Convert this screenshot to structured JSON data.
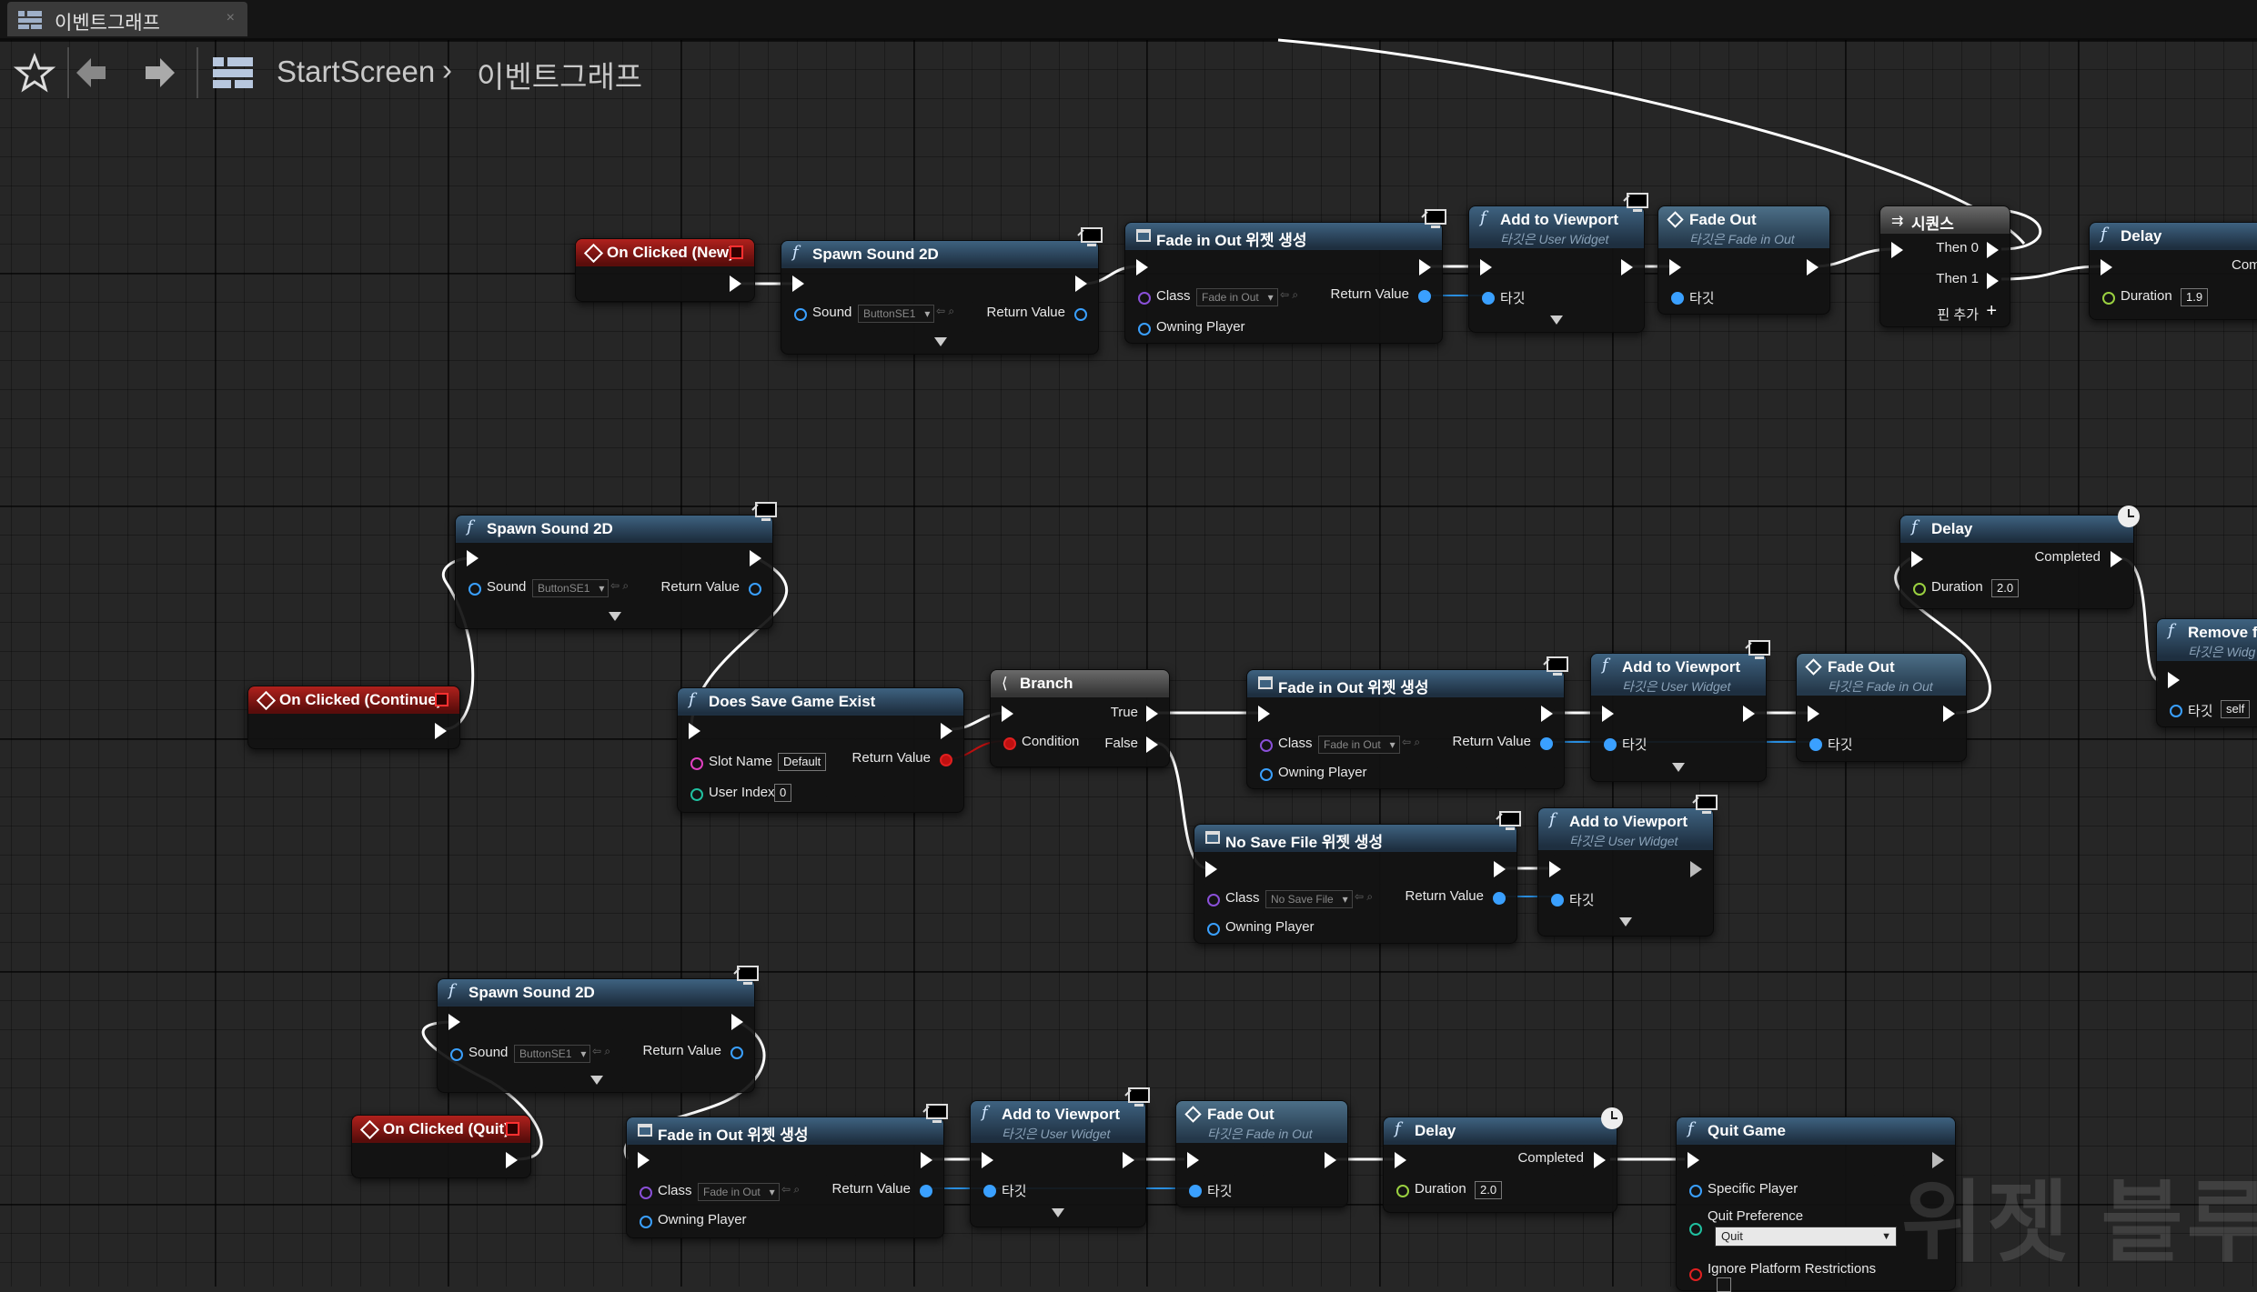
{
  "tab": {
    "label": "이벤트그래프",
    "close": "×"
  },
  "breadcrumb": {
    "root": "StartScreen",
    "separator": "›",
    "leaf": "이벤트그래프"
  },
  "icons": {
    "favorite": "star-icon",
    "back": "arrow-left-icon",
    "forward": "arrow-right-icon",
    "graph": "blueprint-graph-icon",
    "function": "f",
    "event": "event-diamond-icon",
    "exec": "exec-pin-icon",
    "network": "monitor-icon",
    "latent": "clock-icon"
  },
  "colors": {
    "graph_bg": "#262626",
    "function_header": "#3e6280",
    "event_header": "#b0211d",
    "exec_wire": "#ffffff",
    "object_pin": "#3aa0ff",
    "class_pin": "#8a50d8",
    "bool_pin": "#e02020",
    "string_pin": "#e040c0",
    "int_pin": "#20c0a0",
    "float_pin": "#9ad040"
  },
  "labels": {
    "sound": "Sound",
    "return_value": "Return Value",
    "class": "Class",
    "owning_player": "Owning Player",
    "target": "타깃",
    "duration": "Duration",
    "completed": "Completed",
    "then0": "Then 0",
    "then1": "Then 1",
    "add_pin": "핀 추가",
    "condition": "Condition",
    "true": "True",
    "false": "False",
    "slot_name": "Slot Name",
    "user_index": "User Index",
    "specific_player": "Specific Player",
    "quit_preference": "Quit Preference",
    "ignore_platform": "Ignore Platform Restrictions",
    "self": "self",
    "com_cut": "Com"
  },
  "nodes": {
    "on_clicked_new": {
      "title": "On Clicked (New)"
    },
    "spawn_sound_1": {
      "title": "Spawn Sound 2D",
      "sound": "ButtonSE1"
    },
    "fade_widget_1": {
      "title": "Fade in Out 위젯 생성",
      "class": "Fade in Out"
    },
    "add_viewport_1": {
      "title": "Add to Viewport",
      "subtitle": "타깃은 User Widget"
    },
    "fade_out_1": {
      "title": "Fade Out",
      "subtitle": "타깃은 Fade in Out"
    },
    "sequence": {
      "title": "시퀀스"
    },
    "delay_1": {
      "title": "Delay",
      "duration": "1.9"
    },
    "spawn_sound_2": {
      "title": "Spawn Sound 2D",
      "sound": "ButtonSE1"
    },
    "on_clicked_continue": {
      "title": "On Clicked (Continue)"
    },
    "does_save_exist": {
      "title": "Does Save Game Exist",
      "slot": "Default",
      "index": "0"
    },
    "branch": {
      "title": "Branch"
    },
    "fade_widget_2": {
      "title": "Fade in Out 위젯 생성",
      "class": "Fade in Out"
    },
    "add_viewport_2": {
      "title": "Add to Viewport",
      "subtitle": "타깃은 User Widget"
    },
    "fade_out_2": {
      "title": "Fade Out",
      "subtitle": "타깃은 Fade in Out"
    },
    "delay_2": {
      "title": "Delay",
      "duration": "2.0"
    },
    "remove_from": {
      "title": "Remove fr",
      "subtitle": "타깃은 Widg"
    },
    "no_save_widget": {
      "title": "No Save File 위젯 생성",
      "class": "No Save File"
    },
    "add_viewport_3": {
      "title": "Add to Viewport",
      "subtitle": "타깃은 User Widget"
    },
    "spawn_sound_3": {
      "title": "Spawn Sound 2D",
      "sound": "ButtonSE1"
    },
    "on_clicked_quit": {
      "title": "On Clicked (Quit)"
    },
    "fade_widget_3": {
      "title": "Fade in Out 위젯 생성",
      "class": "Fade in Out"
    },
    "add_viewport_4": {
      "title": "Add to Viewport",
      "subtitle": "타깃은 User Widget"
    },
    "fade_out_3": {
      "title": "Fade Out",
      "subtitle": "타깃은 Fade in Out"
    },
    "delay_3": {
      "title": "Delay",
      "duration": "2.0"
    },
    "quit_game": {
      "title": "Quit Game",
      "quit_pref": "Quit"
    }
  },
  "watermark": "위젯 블루"
}
